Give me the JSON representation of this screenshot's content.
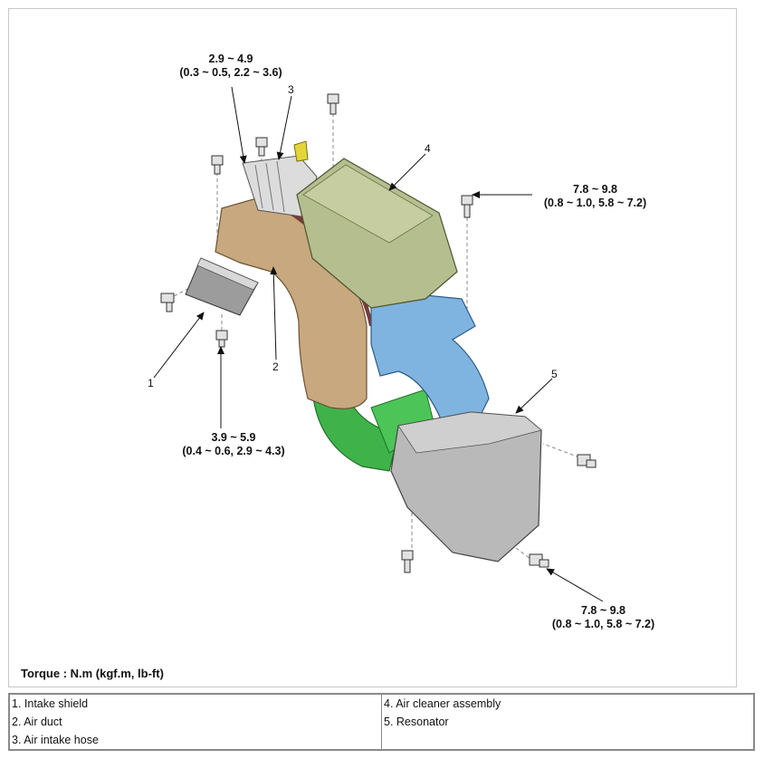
{
  "torque_specs": {
    "top": {
      "range": "2.9 ~ 4.9",
      "alt": "(0.3 ~ 0.5, 2.2 ~ 3.6)"
    },
    "upper_right": {
      "range": "7.8 ~ 9.8",
      "alt": "(0.8 ~ 1.0, 5.8 ~ 7.2)"
    },
    "lower_left": {
      "range": "3.9 ~ 5.9",
      "alt": "(0.4 ~ 0.6, 2.9 ~ 4.3)"
    },
    "lower_right": {
      "range": "7.8 ~ 9.8",
      "alt": "(0.8 ~ 1.0, 5.8 ~ 7.2)"
    }
  },
  "callouts": [
    "1",
    "2",
    "3",
    "4",
    "5"
  ],
  "torque_note": "Torque : N.m (kgf.m, lb-ft)",
  "legend": {
    "left": [
      "1. Intake shield",
      "2. Air duct",
      "3. Air intake hose"
    ],
    "right": [
      "4. Air cleaner assembly",
      "5. Resonator"
    ]
  },
  "colors": {
    "air_cleaner": "#b5be8f",
    "air_duct": "#c8a87e",
    "resonator": "#b9b9b9",
    "hose_blue": "#7fb4e0",
    "hose_green": "#3fb34a",
    "gasket": "#7a3a3a"
  }
}
